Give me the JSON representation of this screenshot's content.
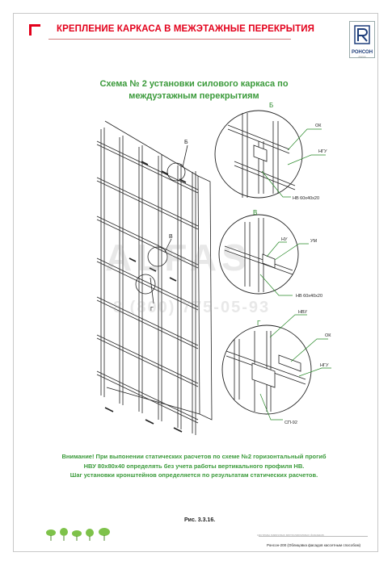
{
  "header": {
    "title": "КРЕПЛЕНИЕ КАРКАСА В МЕЖЭТАЖНЫЕ ПЕРЕКРЫТИЯ",
    "logo_text": "РОНСОН",
    "logo_sub": "фасад"
  },
  "scheme_title": {
    "line1": "Схема № 2   установки силового каркаса по",
    "line2": "междуэтажным перекрытиям"
  },
  "watermark": {
    "brand": "ALFAS",
    "phone": "8 (800) 775-05-93"
  },
  "main_drawing": {
    "callout_b": "Б",
    "callout_v": "В",
    "callout_g": "Г"
  },
  "detail_b": {
    "letter": "Б",
    "label_ok": "ОК",
    "label_ngu": "НГУ",
    "label_nv": "НВ 60х40х20"
  },
  "detail_v": {
    "letter": "В",
    "label_nu": "НУ",
    "label_um": "УМ",
    "label_nv": "НВ 60х40х20"
  },
  "detail_g": {
    "letter": "Г",
    "label_nvu": "НВУ",
    "label_ok": "ОК",
    "label_ngu": "НГУ",
    "label_sp": "СП-92"
  },
  "warning": {
    "line1": "Внимание!  При выпонении статических расчетов по схеме №2 горизонтальный прогиб",
    "line2": "НВУ 80х80х40  определять без учета работы  вертикального профиля НВ.",
    "line3": "Шаг установки кронштейнов определяется по результатам статических расчетов."
  },
  "figure_caption": "Рис. 3.3.16.",
  "footer": {
    "line1": "системы навесных вентилируемых фасадов",
    "line2": "Ронсон-200 (Облицовка фасадов кассетным способом)"
  },
  "colors": {
    "title_red": "#e3001b",
    "scheme_green": "#3a9a3a",
    "detail_green": "#2a8a2a",
    "line_dark": "#222222"
  }
}
